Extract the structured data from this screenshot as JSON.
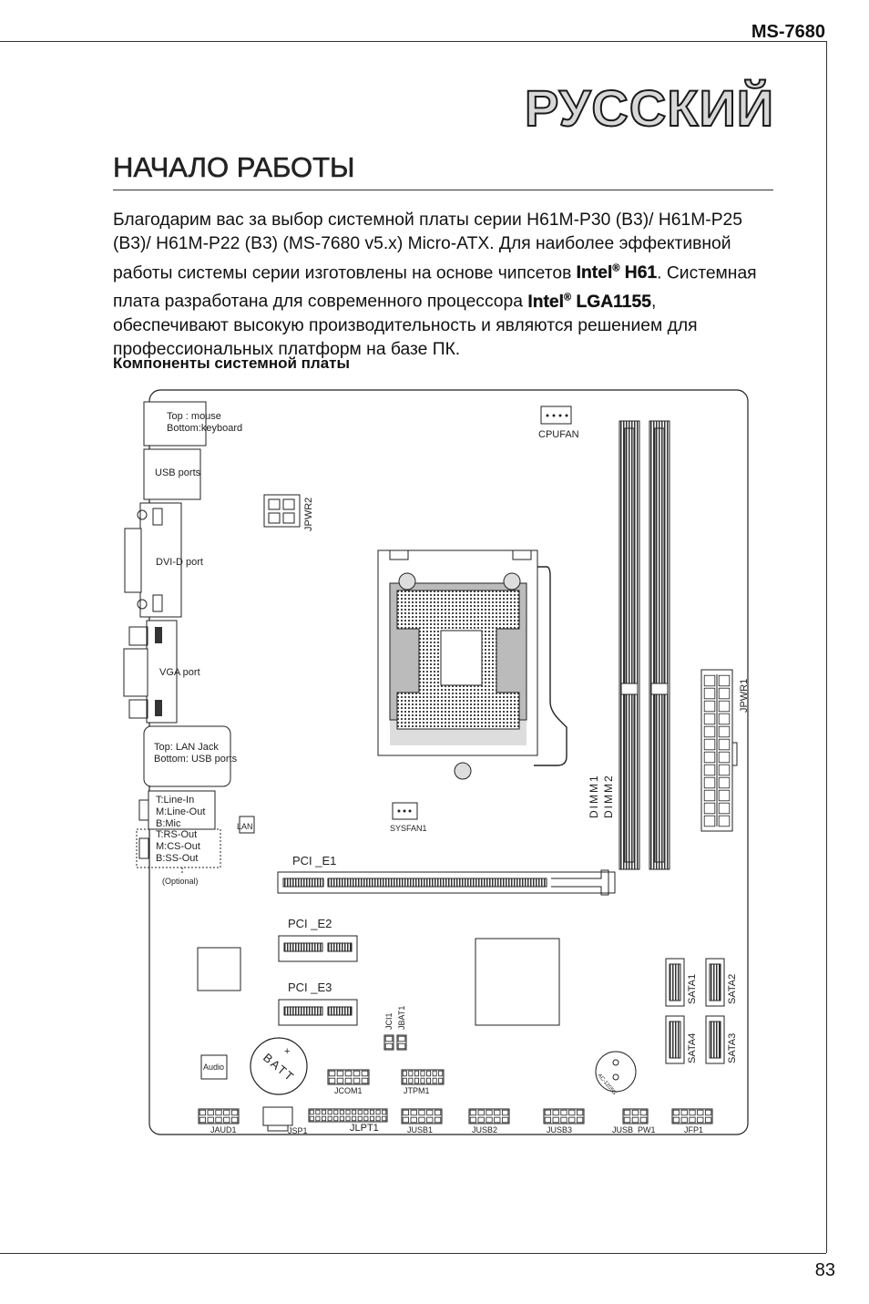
{
  "header": {
    "model": "MS-7680"
  },
  "section_title": "РУССКИЙ",
  "heading": "НАЧАЛО РАБОТЫ",
  "intro": {
    "part1": "Благодарим вас за выбор системной платы серии H61M-P30 (B3)/ H61M-P25 (B3)/ H61M-P22 (B3) (MS-7680 v5.x) Micro-ATX. Для наиболее эффективной работы системы серии изготовлены на основе чипсетов ",
    "intel1": "Intel",
    "reg1": "®",
    "chip1": " H61",
    "part2": ". Системная плата разработана для современного процессора ",
    "intel2": "Intel",
    "reg2": "®",
    "chip2": " LGA1155",
    "part3": ", обеспечивают высокую производительность и являются решением для профессиональных платформ на базе ПК."
  },
  "subheading": "Компоненты системной платы",
  "board": {
    "top_mouse": "Top : mouse",
    "bottom_keyboard": "Bottom:keyboard",
    "usb_ports": "USB ports",
    "dvi_port": "DVI-D port",
    "vga_port": "VGA port",
    "lan_top": "Top: LAN Jack",
    "lan_bottom": "Bottom: USB ports",
    "audio_lines": [
      "T:Line-In",
      "M:Line-Out",
      "B:Mic",
      "T:RS-Out",
      "M:CS-Out",
      "B:SS-Out"
    ],
    "optional": "(Optional)",
    "lan": "LAN",
    "cpufan": "CPUFAN",
    "jpwr2": "JPWR2",
    "jpwr1": "JPWR1",
    "dimm1": "DIMM1",
    "dimm2": "DIMM2",
    "sysfan1": "SYSFAN1",
    "pci_e1": "PCI _E1",
    "pci_e2": "PCI _E2",
    "pci_e3": "PCI _E3",
    "sata1": "SATA1",
    "sata2": "SATA2",
    "sata3": "SATA3",
    "sata4": "SATA4",
    "jci1": "JCI1",
    "jbat1": "JBAT1",
    "batt": "BATT",
    "batt_plus": "+",
    "audio_chip": "Audio",
    "buzzer": "AC-1205G",
    "jcom1": "JCOM1",
    "jtpm1": "JTPM1",
    "jaud1": "JAUD1",
    "jsp1": "JSP1",
    "jlpt1": "JLPT1",
    "jusb1": "JUSB1",
    "jusb2": "JUSB2",
    "jusb3": "JUSB3",
    "jusb_pw1": "JUSB_PW1",
    "jfp1": "JFP1"
  },
  "page_number": "83"
}
